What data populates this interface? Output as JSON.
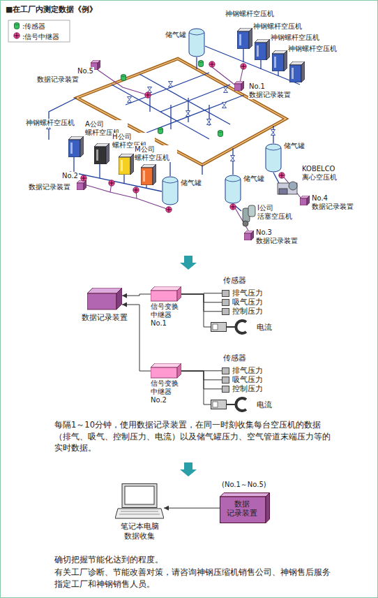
{
  "diagram": {
    "title": "■在工厂内测定数据《例》",
    "nodes": [
      {
        "text": [
          "数据记录装置"
        ]
      },
      {
        "text": [
          "信号变换 中继器 No.1"
        ]
      },
      {
        "text": [
          "排气压力"
        ]
      },
      {
        "text": [
          "吸气压力"
        ]
      },
      {
        "text": [
          "控制压力"
        ]
      },
      {
        "text": [
          "电流"
        ]
      },
      {
        "text": [
          "信号变换 中继器 No.2"
        ]
      },
      {
        "text": [
          "排气压力"
        ]
      },
      {
        "text": [
          "吸气压力"
        ]
      },
      {
        "text": [
          "控制压力"
        ]
      },
      {
        "text": [
          "电流"
        ]
      },
      {
        "text": [
          "笔记本电脑 数据收集"
        ]
      },
      {
        "text": [
          "数据 记录装置"
        ]
      }
    ],
    "edges": [
      {
        "from": 1,
        "to": 0,
        "arrow": "to"
      },
      {
        "from": 6,
        "to": 0,
        "arrow": "to"
      },
      {
        "from": 2,
        "to": 1,
        "arrow": "none"
      },
      {
        "from": 3,
        "to": 1,
        "arrow": "none"
      },
      {
        "from": 4,
        "to": 1,
        "arrow": "none"
      },
      {
        "from": 5,
        "to": 1,
        "arrow": "none"
      },
      {
        "from": 7,
        "to": 6,
        "arrow": "none"
      },
      {
        "from": 8,
        "to": 6,
        "arrow": "none"
      },
      {
        "from": 9,
        "to": 6,
        "arrow": "none"
      },
      {
        "from": 10,
        "to": 6,
        "arrow": "none"
      },
      {
        "from": 12,
        "to": 11,
        "arrow": "to"
      }
    ],
    "labels": [
      "神钢螺杆空压机",
      "神钢螺杆空压机",
      "神钢螺杆空压机",
      "神钢螺杆空压机",
      "储气罐",
      "No.5",
      "数据记录装置",
      "No.1",
      "数据记录装置",
      "神钢螺杆空压机",
      "A公司 螺杆空压机",
      "H公司 螺杆空压机",
      "M公司 螺杆空压机",
      "储气罐",
      "储气罐",
      "储气罐",
      "KOBELCO 离心空压机",
      "No.2",
      "数据记录装置",
      "I公司 活塞空压机",
      "No.4",
      "数据记录装置",
      "No.3",
      "数据记录装置",
      "传感器",
      "传感器",
      "每隔1～10分钟，使用数据记录装置，在同一时刻收集每台空压机的数据（排气、吸气、控制压力、电流）以及储气罐压力、空气管道末端压力等的实时数据。",
      "(No.1～No.5)",
      "确切把握节能化达到的程度。",
      "有关工厂诊断、节能改善对策，请咨询神钢压缩机销售公司、神钢售后服务指定工厂和神钢销售人员。"
    ],
    "legend": [
      {
        "text": ":传感器"
      },
      {
        "text": ":信号中继器"
      }
    ]
  }
}
